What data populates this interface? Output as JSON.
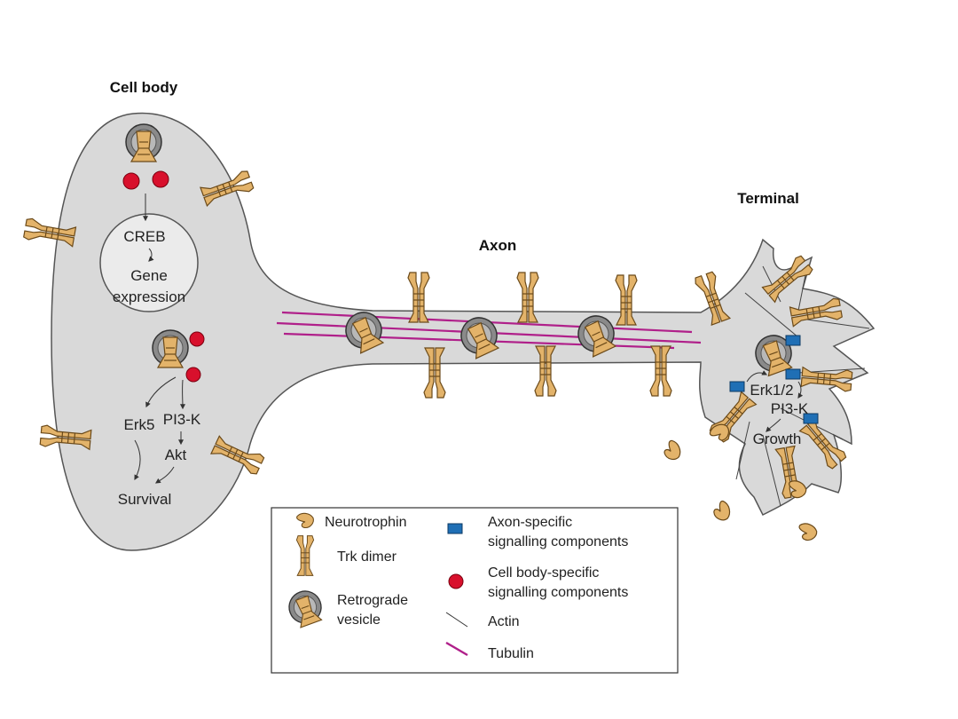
{
  "regions": {
    "cell_body": "Cell body",
    "axon": "Axon",
    "terminal": "Terminal"
  },
  "cell_body": {
    "creb": "CREB",
    "gene_line1": "Gene",
    "gene_line2": "expression",
    "erk5": "Erk5",
    "pi3k": "PI3-K",
    "akt": "Akt",
    "survival": "Survival"
  },
  "terminal": {
    "erk12": "Erk1/2",
    "pi3k": "PI3-K",
    "growth": "Growth"
  },
  "legend": {
    "neurotrophin": "Neurotrophin",
    "trk_dimer": "Trk dimer",
    "retrograde_line1": "Retrograde",
    "retrograde_line2": "vesicle",
    "axon_specific_line1": "Axon-specific",
    "axon_specific_line2": "signalling components",
    "cell_body_specific_line1": "Cell body-specific",
    "cell_body_specific_line2": "signalling components",
    "actin": "Actin",
    "tubulin": "Tubulin"
  },
  "colors": {
    "cell_fill": "#d9d9d9",
    "cell_stroke": "#555555",
    "receptor": "#e3b36a",
    "receptor_stroke": "#6b4a1a",
    "vesicle": "#8a8a8a",
    "tubulin": "#b0208a",
    "axon_specific": "#1f6fb5",
    "cell_body_specific": "#d8102c"
  }
}
